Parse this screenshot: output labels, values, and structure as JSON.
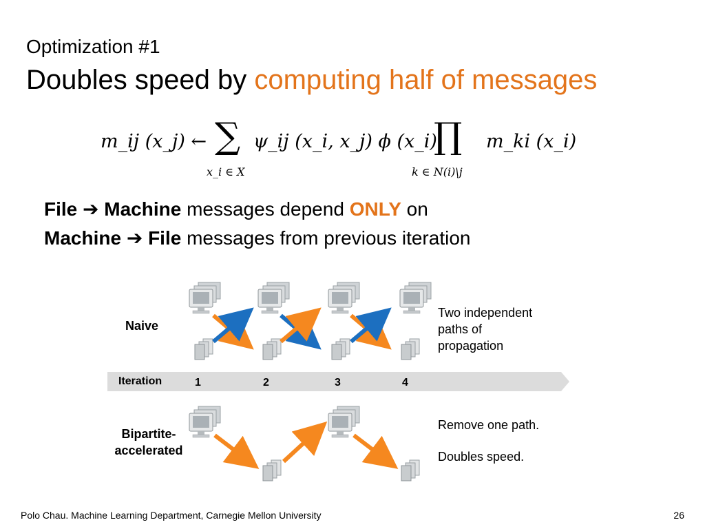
{
  "slide": {
    "kicker": "Optimization #1",
    "title_plain": "Doubles speed by ",
    "title_accent": "computing half of messages",
    "accent_color": "#E3741B"
  },
  "formula": {
    "lhs": "m_ij (x_j) ←",
    "sum_symbol": "∑",
    "sum_subscript": "x_i ∈ X",
    "middle": "ψ_ij (x_i, x_j) ϕ (x_i)",
    "prod_symbol": "∏",
    "prod_subscript": "k ∈ N(i)\\j",
    "rhs": "m_ki (x_i)"
  },
  "statement": {
    "line1_bold_a": "File",
    "arrow": "➔",
    "line1_bold_b": "Machine",
    "line1_mid": " messages depend ",
    "line1_accent": "ONLY",
    "line1_end": " on",
    "line2_bold_a": "Machine",
    "line2_bold_b": "File",
    "line2_end": " messages from previous iteration"
  },
  "diagram": {
    "naive_label": "Naive",
    "iteration_label": "Iteration",
    "iterations": [
      "1",
      "2",
      "3",
      "4"
    ],
    "bipartite_label_line1": "Bipartite-",
    "bipartite_label_line2": "accelerated",
    "note_naive": [
      "Two independent",
      "paths of",
      "propagation"
    ],
    "note_remove": "Remove one path.",
    "note_doubles": "Doubles speed.",
    "colors": {
      "orange": "#F5881F",
      "blue": "#1C6FC0",
      "bar": "#DCDCDC"
    },
    "icons": [
      "computer-icon",
      "file-stack-icon"
    ]
  },
  "footer": {
    "credit": "Polo Chau. Machine Learning Department, Carnegie Mellon University",
    "page": "26"
  }
}
